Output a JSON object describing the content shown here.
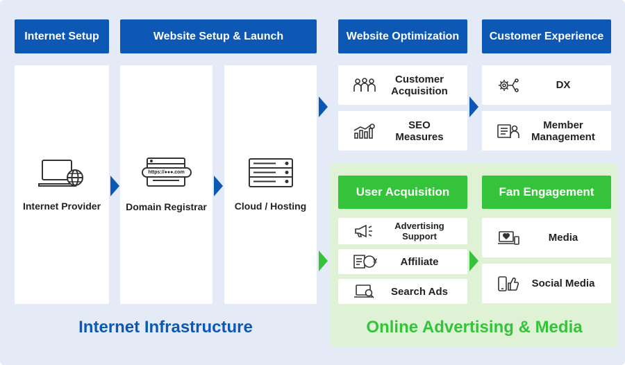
{
  "headers": {
    "internet_setup": "Internet Setup",
    "website_setup": "Website Setup & Launch",
    "website_optimization": "Website Optimization",
    "customer_experience": "Customer Experience",
    "user_acquisition": "User Acquisition",
    "fan_engagement": "Fan Engagement"
  },
  "infrastructure": {
    "internet_provider": "Internet Provider",
    "domain_registrar": "Domain Registrar",
    "domain_url": "https://●●●.com",
    "cloud_hosting": "Cloud / Hosting"
  },
  "optimization": {
    "customer_acquisition": [
      "Customer",
      "Acquisition"
    ],
    "seo_measures": [
      "SEO",
      "Measures"
    ]
  },
  "experience": {
    "dx": "DX",
    "member_management": [
      "Member",
      "Management"
    ]
  },
  "acquisition": {
    "advertising_support": [
      "Advertising",
      "Support"
    ],
    "affiliate": "Affiliate",
    "affiliate_symbol": "¥",
    "search_ads": "Search Ads"
  },
  "engagement": {
    "media": "Media",
    "social_media": "Social Media"
  },
  "titles": {
    "infrastructure": "Internet Infrastructure",
    "advertising": "Online Advertising & Media"
  },
  "colors": {
    "blue": "#0d58b5",
    "green": "#34c33a",
    "background": "#e4ebf6",
    "green_zone": "#dff2d6"
  },
  "icons": [
    "laptop-globe-icon",
    "browser-url-icon",
    "server-icon",
    "people-group-icon",
    "bar-chart-growth-icon",
    "gear-network-icon",
    "member-id-card-icon",
    "megaphone-icon",
    "yen-document-icon",
    "laptop-search-icon",
    "laptop-heart-icon",
    "phone-thumbs-up-icon"
  ]
}
